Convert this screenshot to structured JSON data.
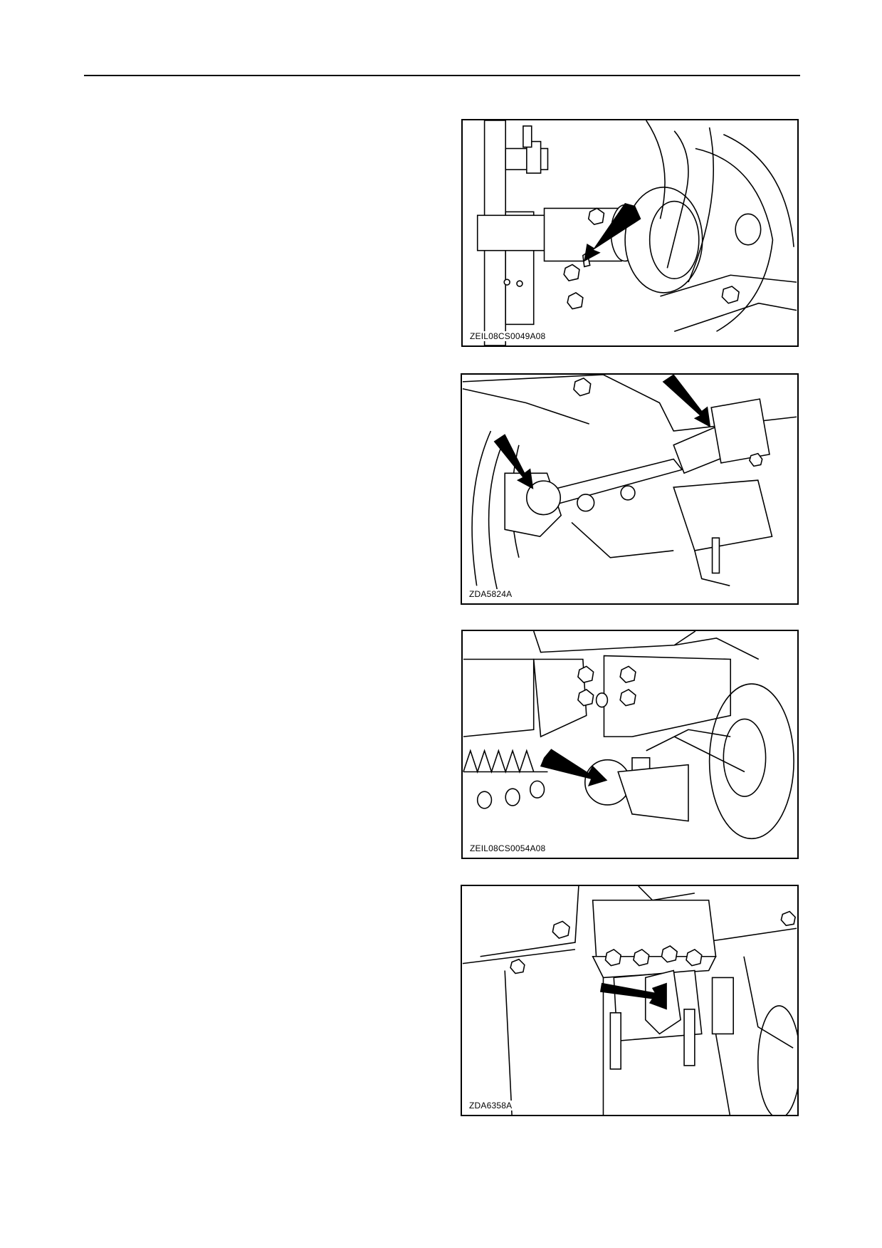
{
  "figures": [
    {
      "caption": "ZEIL08CS0049A08"
    },
    {
      "caption": "ZDA5824A"
    },
    {
      "caption": "ZEIL08CS0054A08"
    },
    {
      "caption": "ZDA6358A"
    }
  ]
}
